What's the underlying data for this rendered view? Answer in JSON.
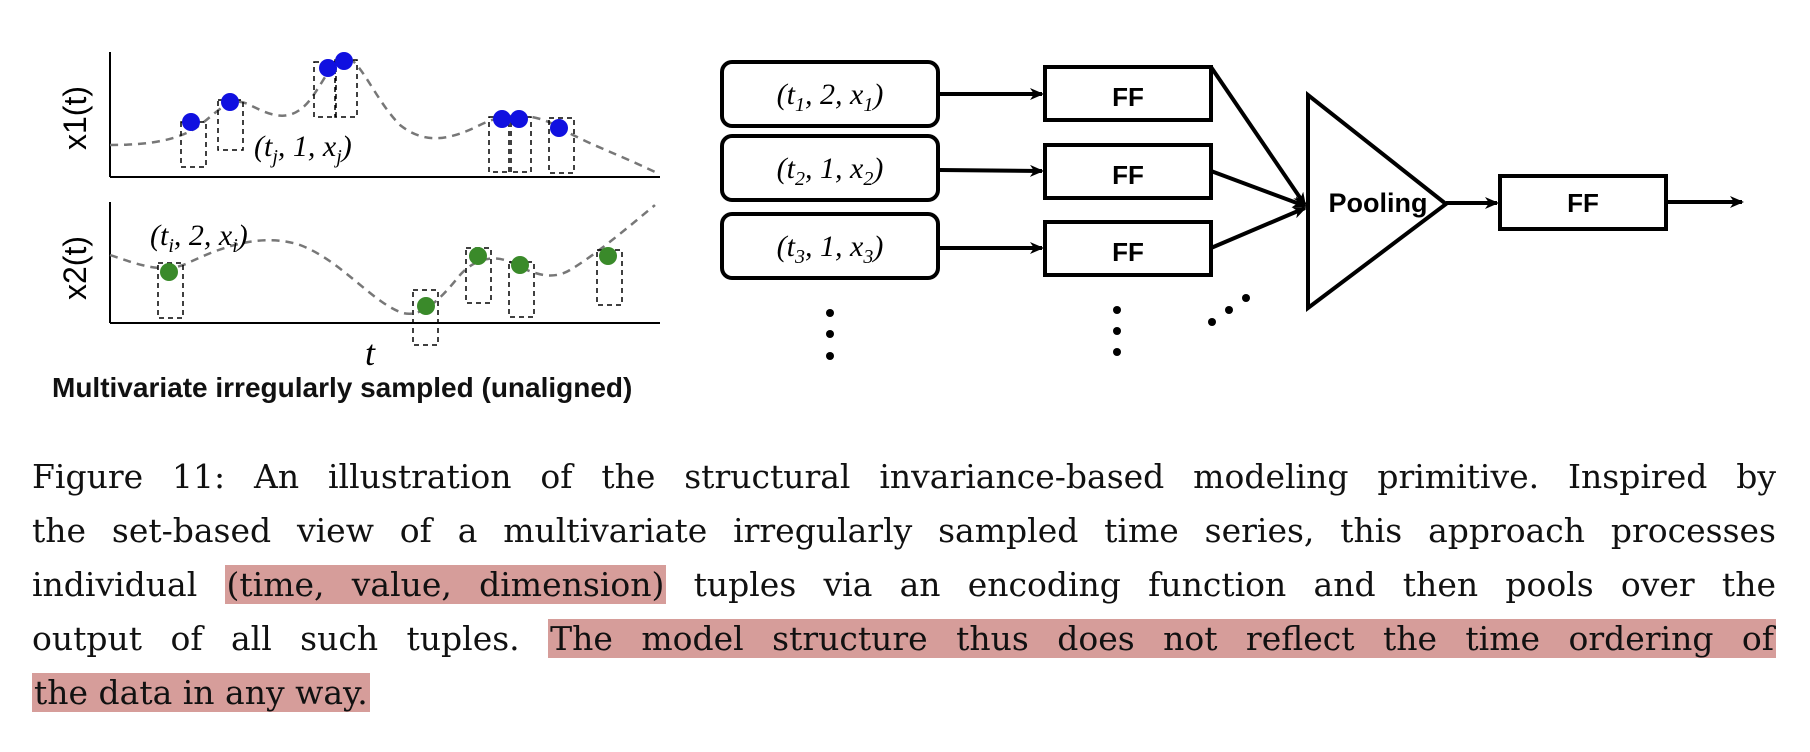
{
  "figure": {
    "left_panel": {
      "y_label_top": "x1(t)",
      "y_label_bottom": "x2(t)",
      "x_label": "t",
      "annotation_top": "(t_j, 1, x_j)",
      "annotation_bottom": "(t_i, 2, x_i)",
      "subtitle": "Multivariate irregularly sampled (unaligned)",
      "colors": {
        "series1": "#1010e0",
        "series2": "#3a8a2a",
        "curve": "#777777"
      }
    },
    "pipeline": {
      "inputs": [
        "(t1, 2, x1)",
        "(t2, 1, x2)",
        "(t3, 1, x3)"
      ],
      "ff_label": "FF",
      "pooling_label": "Pooling",
      "output_label": "FF"
    }
  },
  "caption": {
    "lines": [
      "Figure 11: An illustration of the structural invariance-based modeling primitive. Inspired by",
      "the set-based view of a multivariate irregularly sampled time series, this approach processes"
    ],
    "line3_pre": "individual",
    "line3_highlight": "(time, value, dimension)",
    "line3_post": "tuples via an encoding function and then pools over the",
    "line4_pre": "output of all such tuples.",
    "line4_highlight": "The model structure thus does not reflect the time ordering of",
    "line5_highlight": "the data in any way.",
    "highlight_color": "#d69d9a"
  }
}
